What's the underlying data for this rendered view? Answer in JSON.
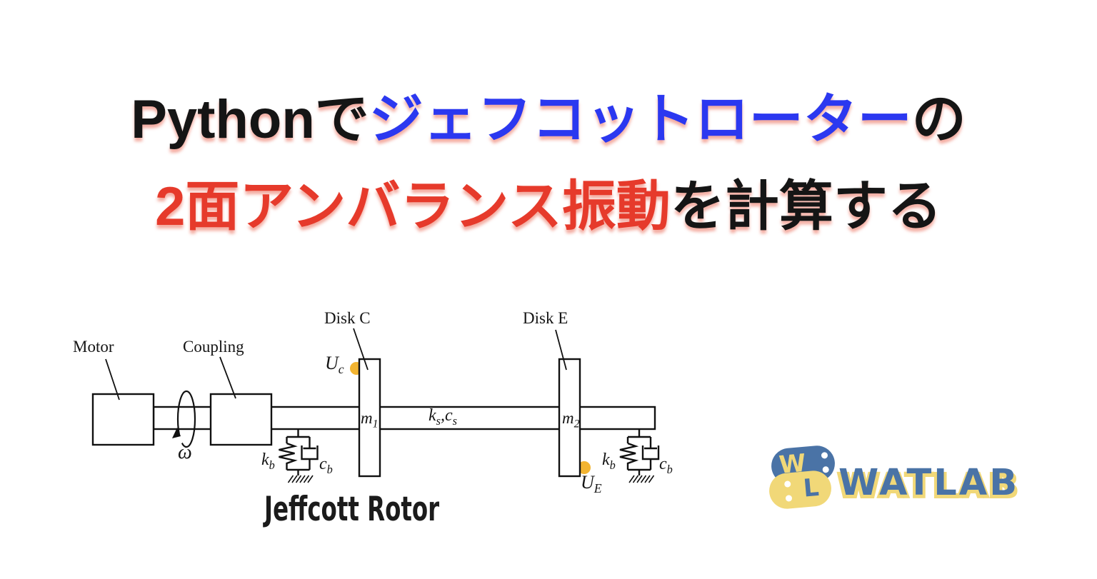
{
  "title": {
    "line1": {
      "part1": "Pythonで",
      "part2": "ジェフコットローター",
      "part3": "の"
    },
    "line2": {
      "part1": "2面アンバランス振動",
      "part2": "を計算する"
    }
  },
  "colors": {
    "title_black": "#151515",
    "title_blue": "#2b38f0",
    "title_red": "#e63a2b",
    "title_shadow": "#eb6955",
    "diagram_line": "#111111",
    "unbalance_dot": "#f2b431",
    "logo_blue": "#4a73a6",
    "logo_yellow": "#f1d878"
  },
  "diagram": {
    "labels": {
      "motor": "Motor",
      "coupling": "Coupling",
      "disk_c": "Disk C",
      "disk_e": "Disk E",
      "omega": "ω",
      "caption": "Jeffcott Rotor"
    },
    "math": {
      "uc": {
        "base": "U",
        "sub": "c"
      },
      "ue": {
        "base": "U",
        "sub": "E"
      },
      "m1": {
        "base": "m",
        "sub": "1"
      },
      "m2": {
        "base": "m",
        "sub": "2"
      },
      "shaft": {
        "k": "k",
        "k_sub": "s",
        "comma": ",",
        "c": "c",
        "c_sub": "s"
      },
      "kb": {
        "base": "k",
        "sub": "b"
      },
      "cb": {
        "base": "c",
        "sub": "b"
      }
    }
  },
  "logo": {
    "mark_w": "W",
    "mark_l": "L",
    "wordmark": "WATLAB"
  }
}
